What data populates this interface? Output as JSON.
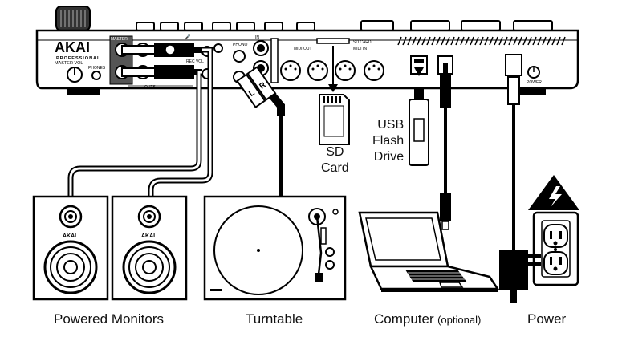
{
  "device": {
    "brand": "AKAI",
    "brand_sub": "PROFESSIONAL",
    "labels": {
      "master": "MASTER",
      "master_vol": "MASTER VOL",
      "phones": "PHONES",
      "rec_vol": "REC VOL",
      "outs": "OUTS",
      "phono": "PHONO",
      "in": "IN",
      "midi_out": "MIDI OUT",
      "midi_in": "MIDI IN",
      "sd_card": "SD CARD",
      "power": "POWER"
    }
  },
  "callouts": {
    "sd_card": [
      "SD",
      "Card"
    ],
    "usb_flash_drive": [
      "USB",
      "Flash",
      "Drive"
    ]
  },
  "captions": {
    "monitors": "Powered Monitors",
    "turntable": "Turntable",
    "computer": "Computer",
    "computer_note": "(optional)",
    "power": "Power"
  },
  "speaker_brand": "AKAI"
}
